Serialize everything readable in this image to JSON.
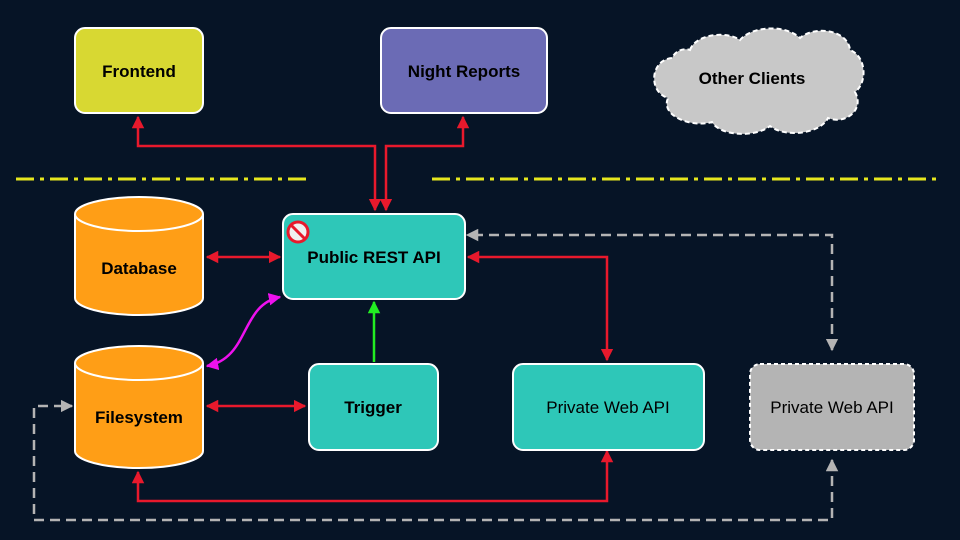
{
  "nodes": {
    "frontend": {
      "label": "Frontend",
      "color": "#d8d832"
    },
    "night_reports": {
      "label": "Night Reports",
      "color": "#6b6bb5"
    },
    "other_clients": {
      "label": "Other Clients",
      "color": "#c8c8c8"
    },
    "database": {
      "label": "Database",
      "color": "#ff9e16"
    },
    "filesystem": {
      "label": "Filesystem",
      "color": "#ff9e16"
    },
    "public_rest_api": {
      "label": "Public REST API",
      "color": "#2ec7b8"
    },
    "trigger": {
      "label": "Trigger",
      "color": "#2ec7b8"
    },
    "private_web_api": {
      "label": "Private Web API",
      "color": "#2ec7b8"
    },
    "private_web_api_external": {
      "label": "Private Web API",
      "color": "#b4b4b4"
    }
  },
  "colors": {
    "background": "#061426",
    "arrow_primary": "#e8192c",
    "arrow_trigger": "#22ee22",
    "arrow_filesystem": "#ee11ee",
    "arrow_dashed": "#b4b4b4",
    "boundary_line": "#e6e61e",
    "node_border": "#ffffff"
  },
  "icons": {
    "public_rest_api": "no-entry-icon"
  }
}
